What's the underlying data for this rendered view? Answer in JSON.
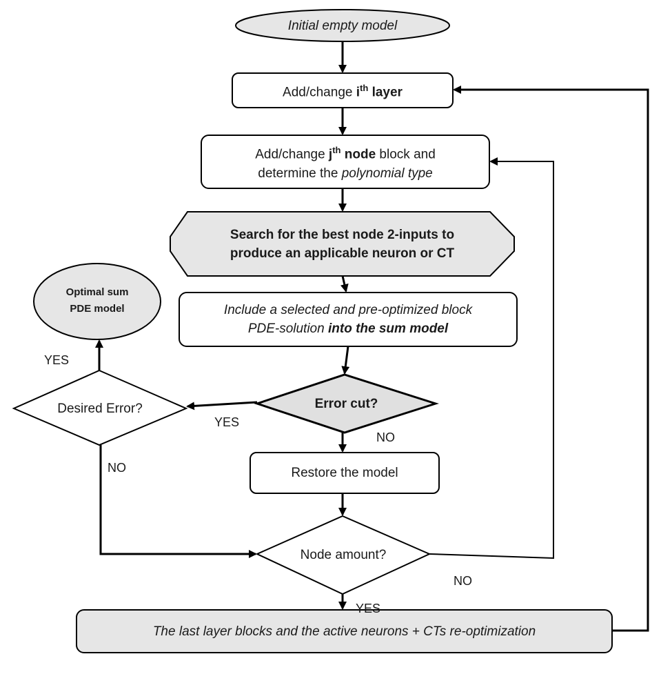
{
  "nodes": {
    "start": {
      "text": "Initial empty model"
    },
    "add_layer": {
      "prefix": "Add/change ",
      "index": "i",
      "sup": "th",
      "suffix": " layer"
    },
    "add_node": {
      "line1_prefix": "Add/change ",
      "line1_index": "j",
      "line1_sup": "th",
      "line1_bold": " node",
      "line1_suffix": " block and",
      "line2_prefix": "determine the ",
      "line2_italic": "polynomial type"
    },
    "search": {
      "line1": "Search for the best node 2-inputs to",
      "line2": "produce an applicable neuron or CT"
    },
    "include": {
      "line1": "Include a selected and pre-optimized block",
      "line2_prefix": "PDE-solution ",
      "line2_bold": "into the sum model"
    },
    "optimal": {
      "line1": "Optimal sum",
      "line2": "PDE model"
    },
    "desired_error": {
      "text": "Desired Error?"
    },
    "error_cut": {
      "text": "Error cut?"
    },
    "restore": {
      "text": "Restore the model"
    },
    "node_amount": {
      "text": "Node amount?"
    },
    "final": {
      "text": "The last layer blocks and the active neurons + CTs re-optimization"
    }
  },
  "edge_labels": {
    "yes_optimal": "YES",
    "yes_error_cut": "YES",
    "no_error_cut": "NO",
    "no_desired": "NO",
    "no_node_amount": "NO",
    "yes_node_amount": "YES"
  }
}
